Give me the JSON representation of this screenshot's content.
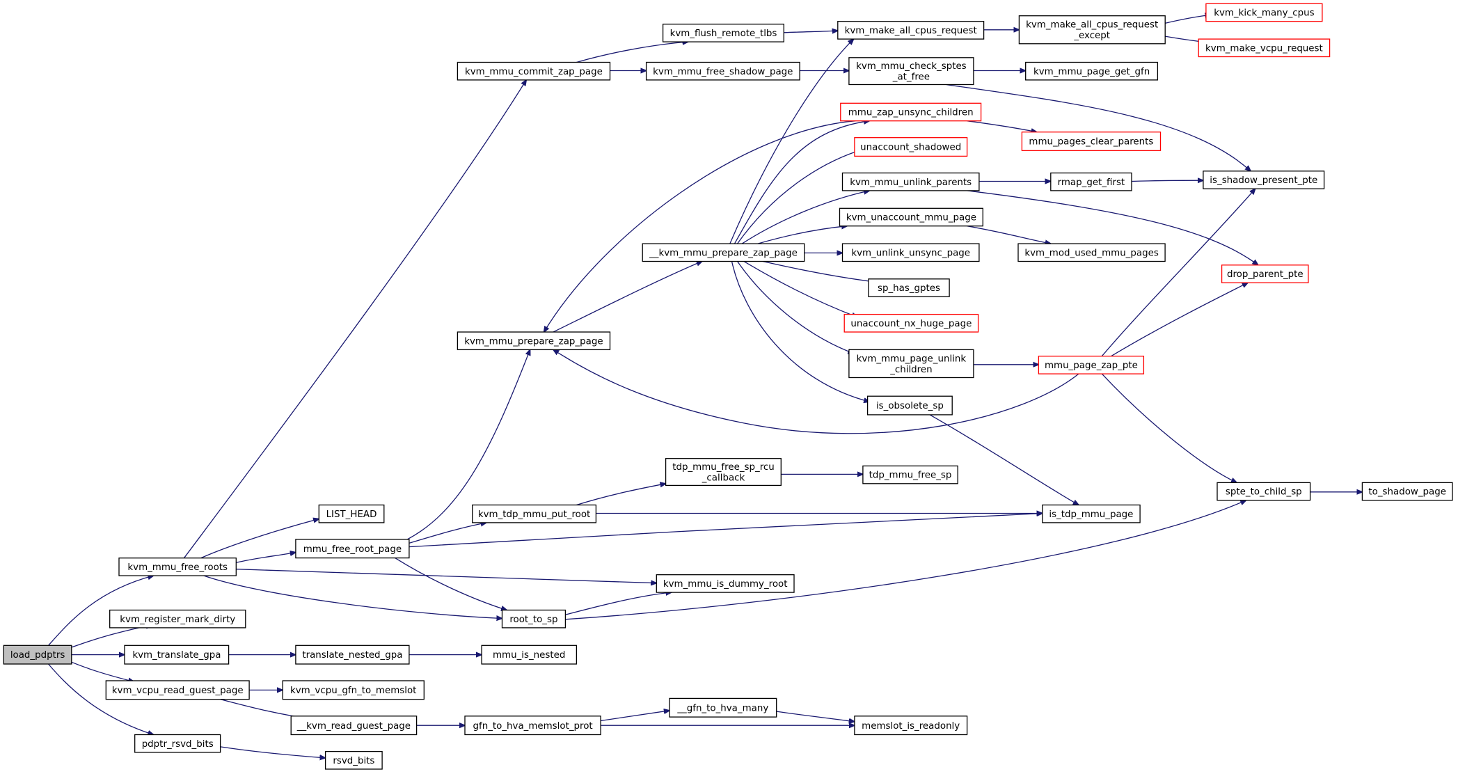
{
  "colors": {
    "edge": "#191970",
    "node_border": "#000000",
    "truncated_border": "#ff0000",
    "root_fill": "#bfbfbf"
  },
  "nodes": {
    "load_pdptrs": {
      "label": [
        "load_pdptrs"
      ],
      "style": "root"
    },
    "kvm_mmu_free_roots": {
      "label": [
        "kvm_mmu_free_roots"
      ]
    },
    "kvm_register_mark_dirty": {
      "label": [
        "kvm_register_mark_dirty"
      ]
    },
    "kvm_translate_gpa": {
      "label": [
        "kvm_translate_gpa"
      ]
    },
    "kvm_vcpu_read_guest_page": {
      "label": [
        "kvm_vcpu_read_guest_page"
      ]
    },
    "pdptr_rsvd_bits": {
      "label": [
        "pdptr_rsvd_bits"
      ]
    },
    "kvm_mmu_commit_zap_page": {
      "label": [
        "kvm_mmu_commit_zap_page"
      ]
    },
    "LIST_HEAD": {
      "label": [
        "LIST_HEAD"
      ]
    },
    "mmu_free_root_page": {
      "label": [
        "mmu_free_root_page"
      ]
    },
    "translate_nested_gpa": {
      "label": [
        "translate_nested_gpa"
      ]
    },
    "kvm_vcpu_gfn_to_memslot": {
      "label": [
        "kvm_vcpu_gfn_to_memslot"
      ]
    },
    "__kvm_read_guest_page": {
      "label": [
        "__kvm_read_guest_page"
      ]
    },
    "rsvd_bits": {
      "label": [
        "rsvd_bits"
      ]
    },
    "kvm_mmu_prepare_zap_page": {
      "label": [
        "kvm_mmu_prepare_zap_page"
      ]
    },
    "kvm_tdp_mmu_put_root": {
      "label": [
        "kvm_tdp_mmu_put_root"
      ]
    },
    "root_to_sp": {
      "label": [
        "root_to_sp"
      ]
    },
    "mmu_is_nested": {
      "label": [
        "mmu_is_nested"
      ]
    },
    "gfn_to_hva_memslot_prot": {
      "label": [
        "gfn_to_hva_memslot_prot"
      ]
    },
    "kvm_flush_remote_tlbs": {
      "label": [
        "kvm_flush_remote_tlbs"
      ]
    },
    "kvm_mmu_free_shadow_page": {
      "label": [
        "kvm_mmu_free_shadow_page"
      ]
    },
    "__kvm_mmu_prepare_zap_page": {
      "label": [
        "__kvm_mmu_prepare_zap_page"
      ]
    },
    "tdp_mmu_free_sp_rcu_callback": {
      "label": [
        "tdp_mmu_free_sp_rcu",
        "_callback"
      ]
    },
    "kvm_mmu_is_dummy_root": {
      "label": [
        "kvm_mmu_is_dummy_root"
      ]
    },
    "__gfn_to_hva_many": {
      "label": [
        "__gfn_to_hva_many"
      ]
    },
    "kvm_make_all_cpus_request": {
      "label": [
        "kvm_make_all_cpus_request"
      ]
    },
    "kvm_mmu_check_sptes_at_free": {
      "label": [
        "kvm_mmu_check_sptes",
        "_at_free"
      ]
    },
    "mmu_zap_unsync_children": {
      "label": [
        "mmu_zap_unsync_children"
      ],
      "style": "red"
    },
    "unaccount_shadowed": {
      "label": [
        "unaccount_shadowed"
      ],
      "style": "red"
    },
    "kvm_mmu_unlink_parents": {
      "label": [
        "kvm_mmu_unlink_parents"
      ]
    },
    "kvm_unaccount_mmu_page": {
      "label": [
        "kvm_unaccount_mmu_page"
      ]
    },
    "kvm_unlink_unsync_page": {
      "label": [
        "kvm_unlink_unsync_page"
      ]
    },
    "sp_has_gptes": {
      "label": [
        "sp_has_gptes"
      ]
    },
    "unaccount_nx_huge_page": {
      "label": [
        "unaccount_nx_huge_page"
      ],
      "style": "red"
    },
    "kvm_mmu_page_unlink_children": {
      "label": [
        "kvm_mmu_page_unlink",
        "_children"
      ]
    },
    "is_obsolete_sp": {
      "label": [
        "is_obsolete_sp"
      ]
    },
    "tdp_mmu_free_sp": {
      "label": [
        "tdp_mmu_free_sp"
      ]
    },
    "memslot_is_readonly": {
      "label": [
        "memslot_is_readonly"
      ]
    },
    "kvm_make_all_cpus_request_except": {
      "label": [
        "kvm_make_all_cpus_request",
        "_except"
      ]
    },
    "kvm_mmu_page_get_gfn": {
      "label": [
        "kvm_mmu_page_get_gfn"
      ]
    },
    "mmu_pages_clear_parents": {
      "label": [
        "mmu_pages_clear_parents"
      ],
      "style": "red"
    },
    "rmap_get_first": {
      "label": [
        "rmap_get_first"
      ]
    },
    "kvm_mod_used_mmu_pages": {
      "label": [
        "kvm_mod_used_mmu_pages"
      ]
    },
    "mmu_page_zap_pte": {
      "label": [
        "mmu_page_zap_pte"
      ],
      "style": "red"
    },
    "is_tdp_mmu_page": {
      "label": [
        "is_tdp_mmu_page"
      ]
    },
    "kvm_kick_many_cpus": {
      "label": [
        "kvm_kick_many_cpus"
      ],
      "style": "red"
    },
    "kvm_make_vcpu_request": {
      "label": [
        "kvm_make_vcpu_request"
      ],
      "style": "red"
    },
    "is_shadow_present_pte": {
      "label": [
        "is_shadow_present_pte"
      ]
    },
    "drop_parent_pte": {
      "label": [
        "drop_parent_pte"
      ],
      "style": "red"
    },
    "spte_to_child_sp": {
      "label": [
        "spte_to_child_sp"
      ]
    },
    "to_shadow_page": {
      "label": [
        "to_shadow_page"
      ]
    }
  }
}
